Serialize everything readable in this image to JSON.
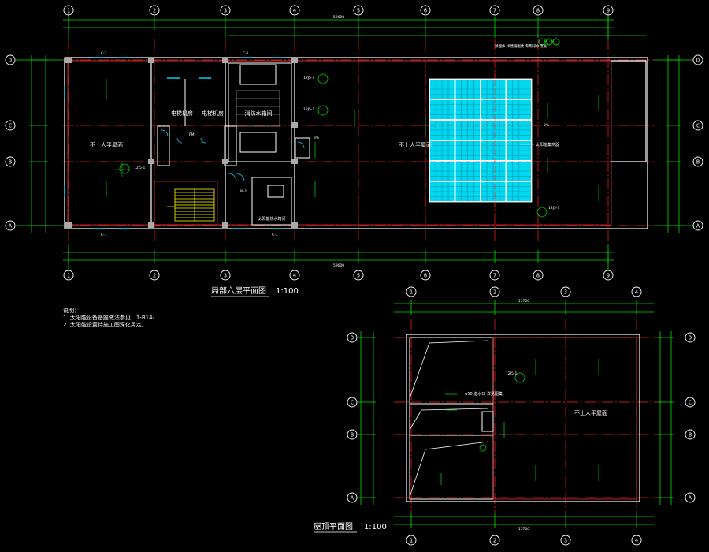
{
  "plan_top": {
    "title": "局部六层平面图",
    "scale": "1:100",
    "col_labels": [
      "1",
      "2",
      "3",
      "4",
      "5",
      "6",
      "7",
      "8",
      "9"
    ],
    "row_labels": [
      "D",
      "C",
      "B",
      "A"
    ],
    "rooms": {
      "roof_left": "不上人平屋面",
      "roof_right": "不上人平屋面",
      "machine_1": "电梯机房",
      "machine_2": "电梯机房",
      "fire_tank": "消防水箱间",
      "solar_tank": "太阳能热水箱间"
    },
    "labels": {
      "solar_device": "太阳能集热器",
      "window_c1a": "C-1",
      "window_c1b": "C-1",
      "window_c1c": "C-1",
      "window_c1d": "C-1",
      "door_m1": "M-1",
      "door_fm": "FM",
      "mark_a": "12J5-1",
      "mark_b": "12J5-1",
      "mark_c": "12J5-1",
      "mark_d": "12J5-1",
      "overflow_note": "预埋件 详建施图集 专用排水措施",
      "slope_a": "3%",
      "slope_b": "3%",
      "dim_top_total": "59600",
      "dim_bottom_total": "59600"
    }
  },
  "plan_bottom": {
    "title": "屋顶平面图",
    "scale": "1:100",
    "col_labels": [
      "1",
      "2",
      "3",
      "4"
    ],
    "row_labels": [
      "D",
      "C",
      "B",
      "A"
    ],
    "rooms": {
      "roof": "不上人平屋面"
    },
    "labels": {
      "overflow": "φ50 溢水口 详见图集",
      "mark_e": "12J5-1",
      "dim_top_total": "15700",
      "dim_bottom_total": "15700"
    }
  },
  "notes": {
    "heading": "说明：",
    "items": [
      "1. 太阳能设备基座做法参见：1-B14-",
      "2. 太阳能设置待施工图深化另定。"
    ]
  },
  "colors": {
    "background": "#000000",
    "grid_axis": "#ff2020",
    "dimension": "#00e000",
    "wall": "#ffffff",
    "solar": "#00e5ff",
    "stair": "#ffff00",
    "window": "#00e5ff",
    "text": "#ffffff"
  }
}
